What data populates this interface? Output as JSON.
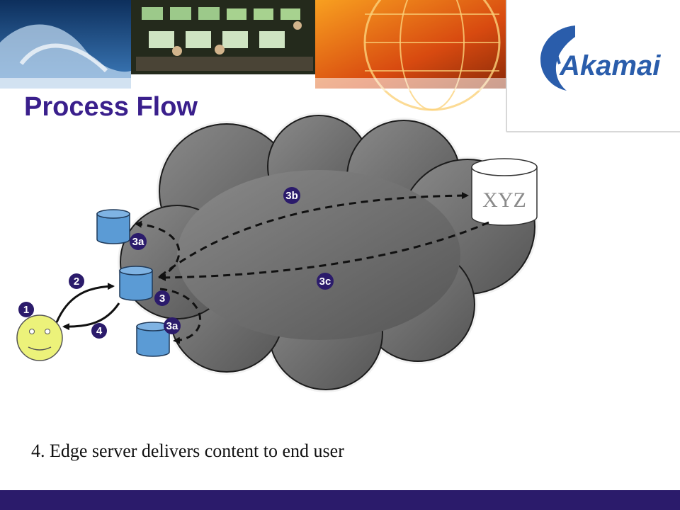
{
  "slide": {
    "title": "Process Flow",
    "caption": "4.  Edge server delivers content to end user",
    "logo_text": "Akamai",
    "colors": {
      "title": "#3a1f8c",
      "footer": "#2b1b6b",
      "cloud": "#6f6f6f",
      "server": "#5b9bd5",
      "badge": "#2b1b6b",
      "face": "#ecf27a",
      "logo": "#2a5dab"
    }
  },
  "diagram": {
    "origin_label": "XYZ",
    "badges": {
      "b1": "1",
      "b2": "2",
      "b3": "3",
      "b3a_top": "3a",
      "b3a_bottom": "3a",
      "b3b": "3b",
      "b3c": "3c",
      "b4": "4"
    }
  }
}
